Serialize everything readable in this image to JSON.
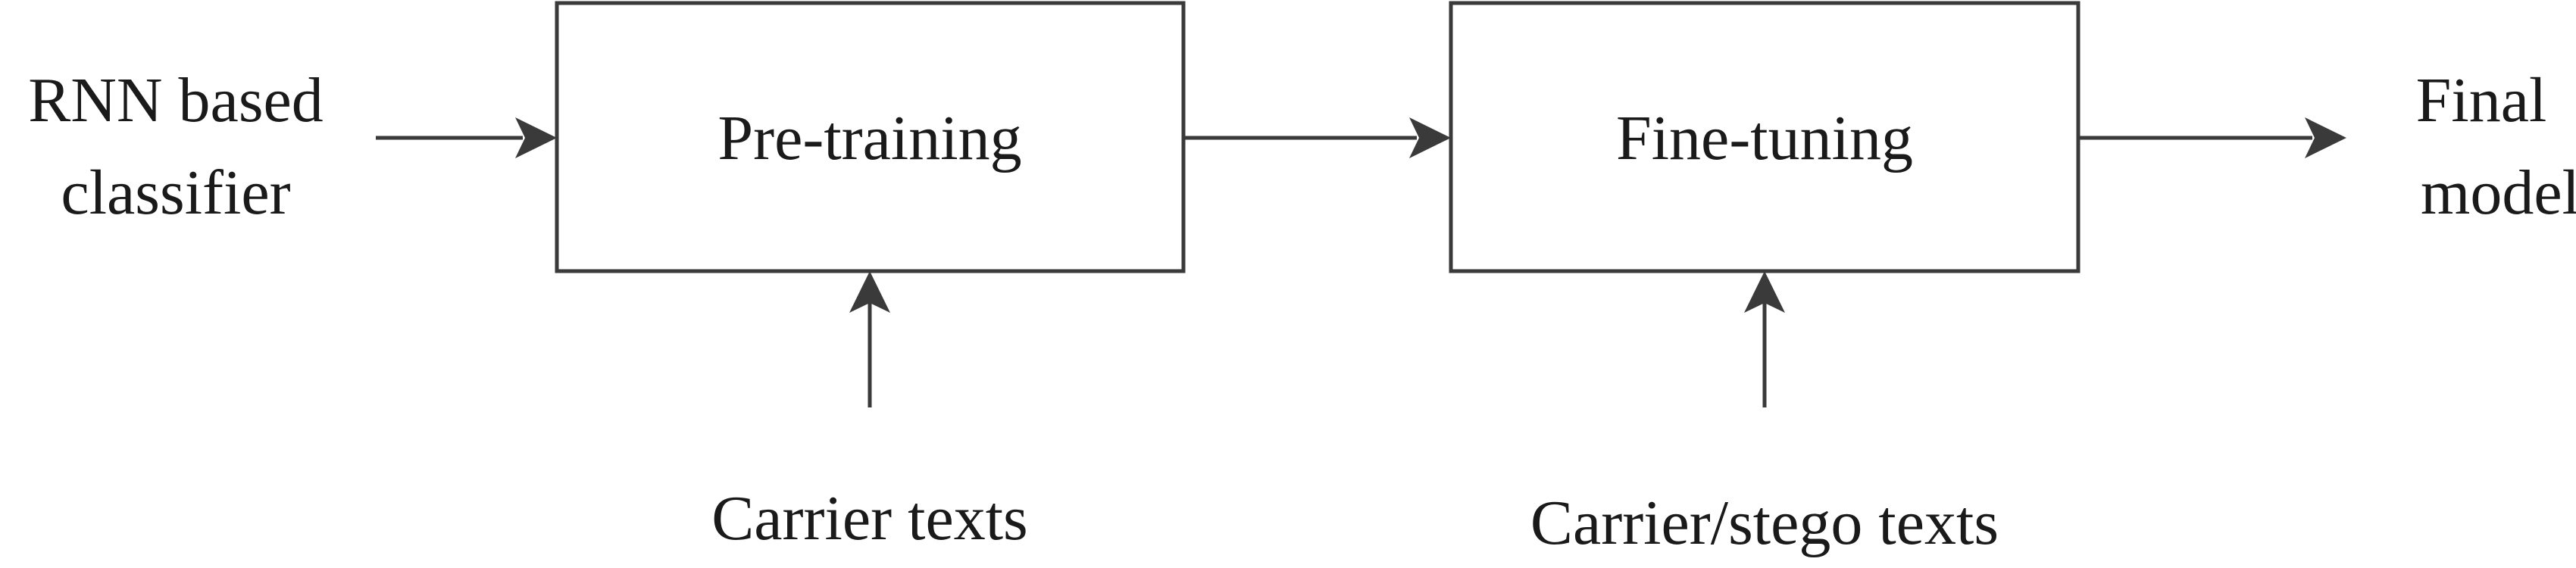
{
  "input": {
    "line1": "RNN based",
    "line2": "classifier"
  },
  "stages": [
    {
      "label": "Pre-training",
      "data_input": "Carrier texts"
    },
    {
      "label": "Fine-tuning",
      "data_input": "Carrier/stego texts"
    }
  ],
  "output": {
    "line1": "Final",
    "line2": "model"
  },
  "colors": {
    "stroke": "#3a3a3a",
    "text": "#1a1a1a",
    "background": "#ffffff"
  }
}
